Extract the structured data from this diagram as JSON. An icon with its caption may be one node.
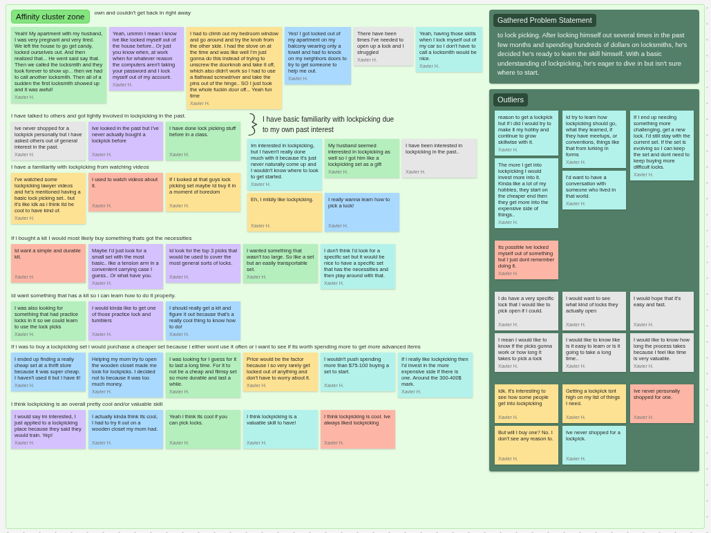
{
  "diagram": {
    "nodes": [
      {
        "text": [
          "Affinity cluster zone"
        ]
      },
      {
        "text": [
          "Yeah! My apartment with my husband, I was very pregnant and very tired. We left the house to go get candy, locked ourselves out. And then realized that... He went said say that. Then we called the locksmith and they took forever to show up... then we had to call another locksmith. Then all of a sudden the first locksmith showed up and it was awful!",
          "Xavier H."
        ],
        "in": 0
      },
      {
        "text": [
          "Yeah, ummm I mean I know ive like locked myself out of the house before.. Or just you know when, at work when for whatever reason the computers aren't taking your password and I lock myself out of my account.",
          "Xavier H."
        ],
        "in": 0
      },
      {
        "text": [
          "I had to climb out my bedroom window and go around and try the knob from the other side. I had the stove on at the time and was like well I'm just gonna do this instead of trying to unscrew the doorknob and take it off, which also didn't work so I had to use a flathead screwdriver and take the pins out of the hinge.. SO I just took the whole fuckin door off... Yeah fun time",
          "Xavier H."
        ],
        "in": 0
      },
      {
        "text": [
          "Yes! I got locked out of my apartment on my balcony wearing only a towel and had to knock on my neighbors doors to try to get someone to help me out.",
          "Xavier H."
        ],
        "in": 0
      },
      {
        "text": [
          "There have been times I've needed to open up a lock and I struggled",
          "Xavier H."
        ],
        "in": 0
      },
      {
        "text": [
          "Yeah, having those skills when I lock myself out of my car so I don't have to call a locksmith would be nice.",
          "Xavier H."
        ],
        "in": 0
      },
      {
        "text": [
          "Ive never shopped for a lockpick personally but i have asked others out of general interest in the past.",
          "Xavier H."
        ],
        "in": 0
      },
      {
        "text": [
          "Ive looked in the past but I've never actually bought a lockpick before",
          "Xavier H."
        ],
        "in": 0
      },
      {
        "text": [
          "I have done lock picking stuff before in a class.",
          "Xavier H."
        ],
        "in": 0
      },
      {
        "text": [
          "I've watched some lockpicking lawyer videos and he's mentioned having a basic lock picking set.. but it's like idk as i think itd be cool to have kind of.",
          "Xavier H."
        ],
        "in": 0
      },
      {
        "text": [
          "I used to watch videos about it.",
          "Xavier H."
        ],
        "in": 0
      },
      {
        "text": [
          "If I looked at that guys lock picking set maybe Id buy it in a moment of boredom",
          "Xavier H."
        ],
        "in": 0
      },
      {
        "text": [
          "Id want a simple and durable kit.",
          "Xavier H."
        ],
        "in": 0
      },
      {
        "text": [
          "Maybe I'd just look for a small set with the most basic.. like a tension arm in a convenient carrying case I guess.. Or what have you.",
          "Xavier H."
        ],
        "in": 0
      },
      {
        "text": [
          "Id look for the top 3 picks that would be used to cover the most general sorts of locks.",
          "Xavier H."
        ],
        "in": 0
      },
      {
        "text": [
          "I wanted something that wasn't too large. So like a set but an easily transportable set.",
          "Xavier H."
        ],
        "in": 0
      },
      {
        "text": [
          "I don't think I'd look for a specific set but it would be nice to have a specific set that has the necessities and then play around with that.",
          "Xavier H."
        ],
        "in": 0
      },
      {
        "text": [
          "I was also looking for something that had practice locks in it so we could learn to use the lock picks",
          "Xavier H."
        ],
        "in": 0
      },
      {
        "text": [
          "I would kinda like to get one of those practice lock and tumblers",
          "Xavier H."
        ],
        "in": 0
      },
      {
        "text": [
          "I should really get a kit and figure it out because that's a really cool thing to know how to do!",
          "Xavier H."
        ],
        "in": 0
      },
      {
        "text": [
          "I ended up finding a really cheap set at a thrift store because it was super cheap. I haven't used it but I have it!",
          "Xavier H."
        ],
        "in": 0
      },
      {
        "text": [
          "Helping my mom try to open the wooden closet made me look for lockpicks. I decided not to because it was too much money.",
          "Xavier H."
        ],
        "in": 0
      },
      {
        "text": [
          "I was looking for I guess for it to last a long time. For it to not be a cheap and flimsy set so more durable and last a while.",
          "Xavier H."
        ],
        "in": 0
      },
      {
        "text": [
          "Price would be the factor because i so very rarely get locked out of anything and don't have to worry about it.",
          "Xavier H."
        ],
        "in": 0
      },
      {
        "text": [
          "I wouldn't push spending more than $75-100 buying a set to start.",
          "Xavier H."
        ],
        "in": 0
      },
      {
        "text": [
          "If i really like lockpicking then I'd invest in the more expensive side if there is one. Around the 300-400$ mark.",
          "Xavier H."
        ],
        "in": 0
      },
      {
        "text": [
          "I would say im interested, I just applied to a lockpicking place because they said they would train. Yep!",
          "Xavier H."
        ],
        "in": 0
      },
      {
        "text": [
          "I actually kinda think its cool, I had to try it out on a wooden closet my mom had.",
          "Xavier H."
        ],
        "in": 0
      },
      {
        "text": [
          "Yeah i think its cool if you can pick locks.",
          "Xavier H."
        ],
        "in": 0
      },
      {
        "text": [
          "I think lockpicking is a valuable skill to have!",
          "Xavier H."
        ],
        "in": 0
      },
      {
        "text": [
          "I think lockpicking is cool. Ive always liked lockpicking",
          "Xavier H."
        ],
        "in": 0
      },
      {
        "text": [
          "Im interested in lockpicking, but I haven't really done much with it because it's just never naturally come up and I wouldn't know where to look to get started.",
          "Xavier H."
        ],
        "in": 0
      },
      {
        "text": [
          "My husband seemed interested in lockpicking as well so I got him like a lockpicking set as a gift",
          "Xavier H."
        ],
        "in": 0
      },
      {
        "text": [
          "I have been interested in lockpicking in the past..",
          "Xavier H."
        ],
        "in": 0
      },
      {
        "text": [
          "Eh, I mildly like lockpicking.",
          "Xavier H."
        ],
        "in": 0
      },
      {
        "text": [
          "I really wanna learn how to pick a lock!",
          "Xavier H."
        ],
        "in": 0
      },
      {
        "text": [
          "Gathered Problem Statement",
          "to lock picking. After locking himself out several times in the past few months and spending hundreds of dollars on locksmiths, he's decided he's ready to learn the skill himself. With a basic understanding of lockpicking, he's eager to dive in but isn't sure where to start."
        ],
        "in": 0
      },
      {
        "text": [
          "Outliers"
        ],
        "in": 0
      },
      {
        "text": [
          "reason to get a lockpick but if i did I would try to make it my hobby and continue to grow skillwise with it.",
          "Xavier H."
        ],
        "in": 38
      },
      {
        "text": [
          "Id try to learn how lockpicking should go, what they learned, if they have meetups, or conventions, things like that from lurking in forms",
          "Xavier H."
        ],
        "in": 38
      },
      {
        "text": [
          "If I end up needing something more challenging, get a new lock. I'd still stay with the current set. If the set is evolving so I can keep the set and dont need to keep buying more difficult locks.",
          "Xavier H."
        ],
        "in": 38
      },
      {
        "text": [
          "The more I get into lockpicking I would invest more into it. Kinda like a lot of my hobbies, they start on the cheaper end then they get more into the expensive side of things..",
          "Xavier H."
        ],
        "in": 38
      },
      {
        "text": [
          "I'd want to have a conversation with someone who lived in that world.",
          "Xavier H."
        ],
        "in": 38
      },
      {
        "text": [
          "Its possible ive locked myself out of something but I just dont remember doing it.",
          "Xavier H."
        ],
        "in": 38
      },
      {
        "text": [
          "I do have a very specific lock that I would like to pick open if I could.",
          "Xavier H."
        ],
        "in": 38
      },
      {
        "text": [
          "I would want to see what kind of locks they actually open",
          "Xavier H."
        ],
        "in": 38
      },
      {
        "text": [
          "I would hope that it's easy and fast.",
          "Xavier H."
        ],
        "in": 38
      },
      {
        "text": [
          "I mean I would like to know if the picks gonna work or how long it takes to pick a lock",
          "Xavier H."
        ],
        "in": 38
      },
      {
        "text": [
          "I would like to know like is it easy to learn or is it going to take a long time..",
          "Xavier H."
        ],
        "in": 38
      },
      {
        "text": [
          "I would like to know how long the process takes because I feel like time is very valuable.",
          "Xavier H."
        ],
        "in": 38
      },
      {
        "text": [
          "Idk. It's interesting to see how some people get into lockpicking",
          "Xavier H."
        ],
        "in": 38
      },
      {
        "text": [
          "Getting a lockpick isnt high on my list of things I need.",
          "Xavier H."
        ],
        "in": 38
      },
      {
        "text": [
          "Ive never personally shopped for one.",
          "Xavier H."
        ],
        "in": 38
      },
      {
        "text": [
          "But will I buy one? No. I don't see any reason to.",
          "Xavier H."
        ],
        "in": 38
      },
      {
        "text": [
          "Ive never shopped for a lockpick.",
          "Xavier H."
        ],
        "in": 38
      }
    ],
    "labels": [
      "own and couldn't get back in right away",
      "I have talked to others and got lightly involved in lockpicking in the past.",
      "I have basic familiarity with lockpicking due to my own past interest",
      "I have a familiarity with lockpicking from watching videos",
      "If i bought a kit I would most likely buy something thats got the necessities",
      "Id want something that has a kit so i can learn how to do it properly.",
      "If i was to buy a lockpicking set i would purchase a cheaper set because i either wont use it often or i want to see if its worth spending more to get more advanced items",
      "I think lockpicking is an overall pretty cool and/or valuable skill"
    ]
  }
}
